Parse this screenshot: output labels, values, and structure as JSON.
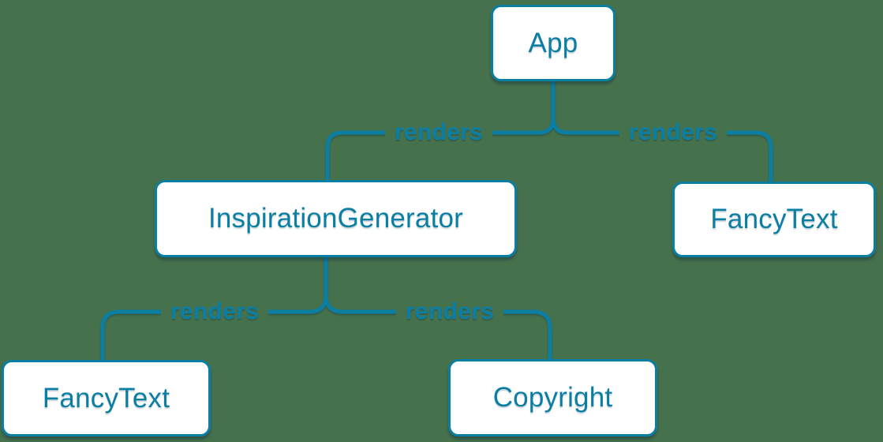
{
  "diagram": {
    "type": "component-render-tree",
    "colors": {
      "background": "#46714D",
      "accent": "#0B7EA4",
      "node_fill": "#FFFFFF"
    },
    "nodes": [
      {
        "id": "app",
        "label": "App"
      },
      {
        "id": "inspiration-generator",
        "label": "InspirationGenerator"
      },
      {
        "id": "fancy-text-right",
        "label": "FancyText"
      },
      {
        "id": "fancy-text-left",
        "label": "FancyText"
      },
      {
        "id": "copyright",
        "label": "Copyright"
      }
    ],
    "edges": [
      {
        "from": "app",
        "to": "inspiration-generator",
        "label": "renders"
      },
      {
        "from": "app",
        "to": "fancy-text-right",
        "label": "renders"
      },
      {
        "from": "inspiration-generator",
        "to": "fancy-text-left",
        "label": "renders"
      },
      {
        "from": "inspiration-generator",
        "to": "copyright",
        "label": "renders"
      }
    ]
  }
}
